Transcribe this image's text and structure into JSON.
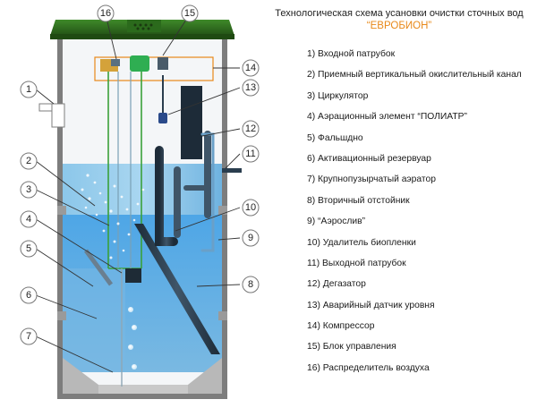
{
  "header": {
    "title": "Технологическая схема усановки очистки сточных вод",
    "subtitle": "“ЕВРОБИОН”"
  },
  "legend": {
    "items": [
      "1) Входной патрубок",
      "2) Приемный вертикальный окислительный канал",
      "3) Циркулятор",
      "4) Аэрационный элемент “ПОЛИАТР”",
      "5) Фальшдно",
      "6) Активационный резервуар",
      "7) Крупнопузырчатый аэратор",
      "8) Вторичный отстойник",
      "9) “Аэрослив”",
      "10) Удалитель биопленки",
      "11) Выходной патрубок",
      "12) Дегазатор",
      "13) Аварийный датчик уровня",
      "14) Компрессор",
      "15) Блок управления",
      "16) Распределитель воздуха"
    ]
  },
  "callouts": [
    "1",
    "2",
    "3",
    "4",
    "5",
    "6",
    "7",
    "8",
    "9",
    "10",
    "11",
    "12",
    "13",
    "14",
    "15",
    "16"
  ],
  "colors": {
    "lid": "#2e6b1e",
    "water": "#5aa8dc",
    "tank_wall": "#8a8a8a",
    "pipe": "#2a3d4e",
    "accent": "#e8891a"
  }
}
